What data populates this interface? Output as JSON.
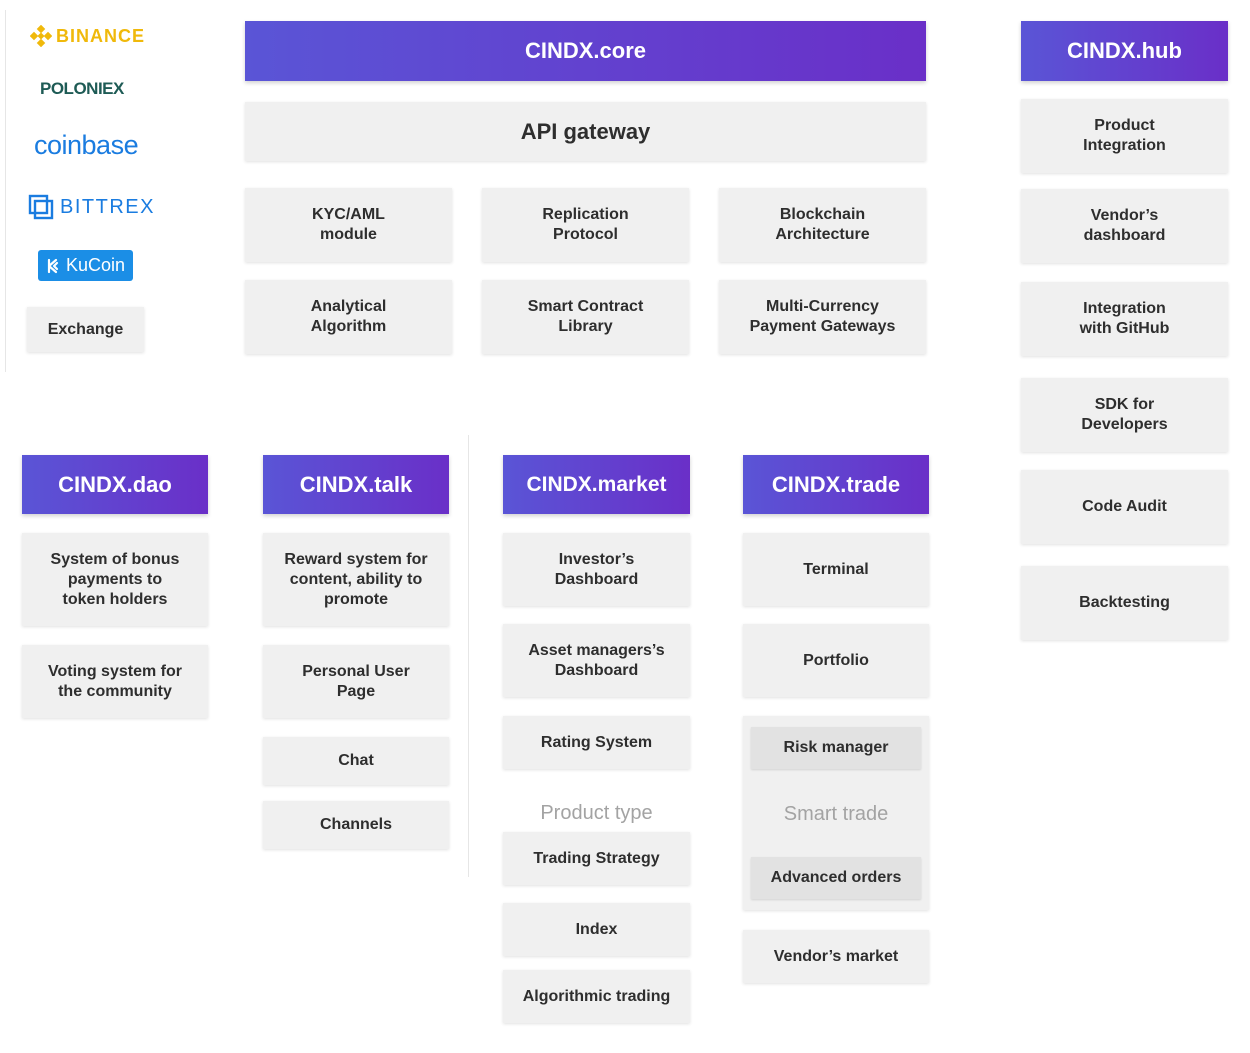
{
  "colors": {
    "header_start": "#5a55d6",
    "header_end": "#6a2fc8",
    "box": "#f0f0f0",
    "binance": "#f0b90b",
    "poloniex": "#1e5b55",
    "coinbase": "#1a7ce0",
    "bittrex": "#1a7ce0",
    "kucoin": "#1b8ee6"
  },
  "exchanges": {
    "binance": "BINANCE",
    "poloniex": "POLONIEX",
    "coinbase": "coinbase",
    "bittrex": "BITTREX",
    "kucoin": "KuCoin",
    "exchange_label": "Exchange"
  },
  "core": {
    "title": "CINDX.core",
    "api_gateway": "API gateway",
    "modules": [
      "KYC/AML\nmodule",
      "Replication\nProtocol",
      "Blockchain\nArchitecture",
      "Analytical\nAlgorithm",
      "Smart Contract\nLibrary",
      "Multi-Currency\nPayment Gateways"
    ]
  },
  "hub": {
    "title": "CINDX.hub",
    "items": [
      "Product\nIntegration",
      "Vendor’s\ndashboard",
      "Integration\nwith GitHub",
      "SDK for\nDevelopers",
      "Code Audit",
      "Backtesting"
    ]
  },
  "dao": {
    "title": "CINDX.dao",
    "items": [
      "System of bonus\npayments to\ntoken holders",
      "Voting system for\nthe community"
    ]
  },
  "talk": {
    "title": "CINDX.talk",
    "items": [
      "Reward system for\ncontent, ability to\npromote",
      "Personal User\nPage",
      "Chat",
      "Channels"
    ]
  },
  "market": {
    "title": "CINDX.market",
    "items": [
      "Investor’s\nDashboard",
      "Asset managers’s\nDashboard",
      "Rating System"
    ],
    "product_type_label": "Product type",
    "product_types": [
      "Trading Strategy",
      "Index",
      "Algorithmic trading"
    ]
  },
  "trade": {
    "title": "CINDX.trade",
    "items": [
      "Terminal",
      "Portfolio"
    ],
    "smart_trade_label": "Smart trade",
    "smart_trade_items": [
      "Risk manager",
      "Advanced orders"
    ],
    "vendor_market": "Vendor’s market"
  }
}
